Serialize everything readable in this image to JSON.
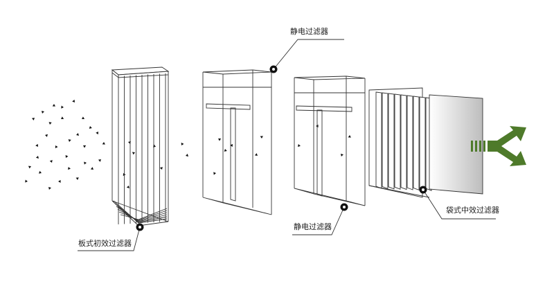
{
  "labels": {
    "plate_primary_filter": "板式初效过滤器",
    "electrostatic_filter_top": "静电过滤器",
    "electrostatic_filter_bottom": "静电过滤器",
    "bag_medium_filter": "袋式中效过滤器"
  },
  "colors": {
    "line": "#333333",
    "particle": "#111111",
    "airflow_arrow": "#4e7a2a",
    "bag_shade_light": "#ffffff",
    "bag_shade_dark": "#bdbdbd"
  },
  "icons": {
    "outflow": "split-arrow-icon",
    "callout": "callout-dot-icon"
  }
}
